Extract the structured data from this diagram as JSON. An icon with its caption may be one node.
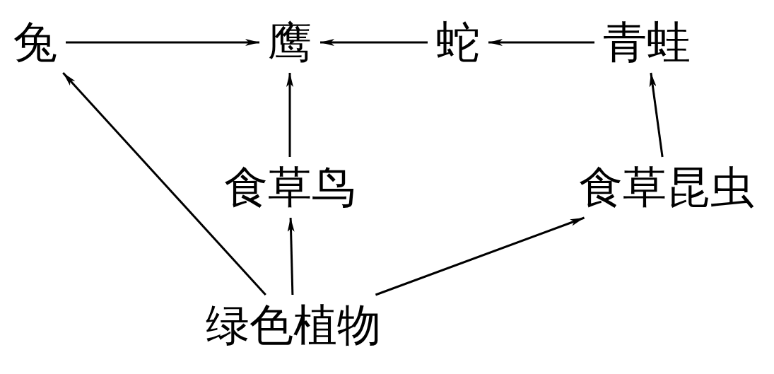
{
  "diagram": {
    "nodes": [
      {
        "text": [
          "兔"
        ]
      },
      {
        "text": [
          "鹰"
        ]
      },
      {
        "text": [
          "蛇"
        ]
      },
      {
        "text": [
          "青蛙"
        ]
      },
      {
        "text": [
          "食草鸟"
        ]
      },
      {
        "text": [
          "食草昆虫"
        ]
      },
      {
        "text": [
          "绿色植物"
        ]
      }
    ],
    "edges": [
      {
        "from": 0,
        "to": 1,
        "arrow": "to"
      },
      {
        "from": 2,
        "to": 1,
        "arrow": "to"
      },
      {
        "from": 3,
        "to": 2,
        "arrow": "to"
      },
      {
        "from": 4,
        "to": 1,
        "arrow": "to"
      },
      {
        "from": 5,
        "to": 3,
        "arrow": "to"
      },
      {
        "from": 6,
        "to": 4,
        "arrow": "to"
      },
      {
        "from": 6,
        "to": 0,
        "arrow": "to"
      },
      {
        "from": 6,
        "to": 5,
        "arrow": "to"
      }
    ]
  }
}
